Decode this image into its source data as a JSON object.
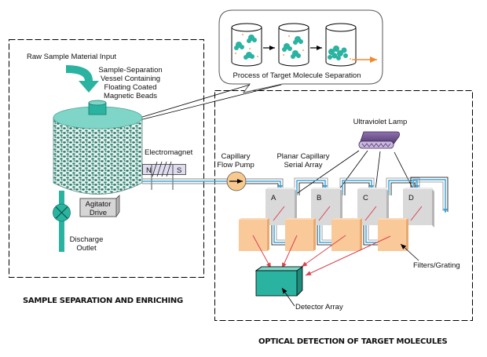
{
  "colors": {
    "teal": "#2ab3a0",
    "teal_dark": "#1a8a7a",
    "teal_light": "#7fd6c8",
    "orange_filter": "#f9c99a",
    "orange_filter_side": "#e8a96f",
    "capillary_blue": "#3ea6d8",
    "gray_box": "#d9d9d9",
    "gray_box_side": "#b5b5b5",
    "uv_purple": "#6a4b8a",
    "uv_light": "#c9b8e0",
    "red_light_path": "#d9434f",
    "pump_fill": "#f7c98f",
    "output_arrow": "#ef8a2a"
  },
  "sections": {
    "left": {
      "title": "SAMPLE SEPARATION AND ENRICHING"
    },
    "right": {
      "title": "OPTICAL DETECTION OF TARGET MOLECULES"
    }
  },
  "callout": {
    "caption": "Process of Target Molecule Separation",
    "stages": 3
  },
  "labels": {
    "raw_input": "Raw Sample Material Input",
    "vessel": [
      "Sample-Separation",
      "Vessel Containing",
      "Floating Coated",
      "Magnetic Beads"
    ],
    "electromagnet": "Electromagnet",
    "magnet_n": "N",
    "magnet_s": "S",
    "agitator": [
      "Agitator",
      "Drive"
    ],
    "discharge": [
      "Discharge",
      "Outlet"
    ],
    "pump": [
      "Capillary",
      "Flow Pump"
    ],
    "capillary_array": [
      "Planar Capillary",
      "Serial Array"
    ],
    "uv_lamp": "Ultraviolet Lamp",
    "filters": "Filters/Grating",
    "detector": "Detector Array"
  },
  "capillary_cells": [
    "A",
    "B",
    "C",
    "D"
  ]
}
